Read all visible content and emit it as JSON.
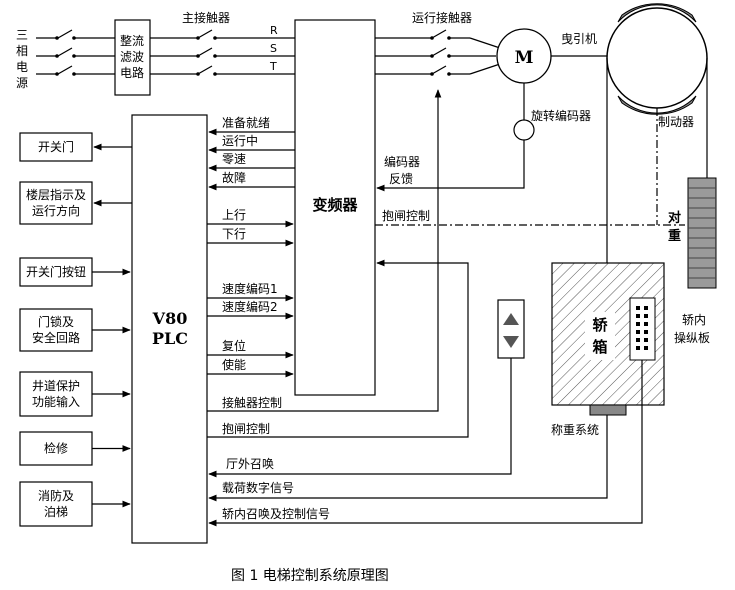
{
  "power_source_chars": [
    "三",
    "相",
    "电",
    "源"
  ],
  "phases": [
    "R",
    "S",
    "T"
  ],
  "labels": {
    "rectifier_line1": "整流",
    "rectifier_line2": "滤波",
    "rectifier_line3": "电路",
    "main_contactor": "主接触器",
    "run_contactor": "运行接触器",
    "motor": "M",
    "traction_machine": "曳引机",
    "rotary_encoder": "旋转编码器",
    "brake": "制动器",
    "counterweight_1": "对",
    "counterweight_2": "重",
    "inverter": "变频器",
    "encoder_feedback_1": "编码器",
    "encoder_feedback_2": "反馈",
    "brake_control": "抱闸控制",
    "plc_line1": "V80",
    "plc_line2": "PLC",
    "car_1": "轿",
    "car_2": "箱",
    "weighing_system": "称重系统",
    "car_panel_1": "轿内",
    "car_panel_2": "操纵板"
  },
  "inverter_outputs": [
    "准备就绪",
    "运行中",
    "零速",
    "故障"
  ],
  "inverter_inputs": [
    "上行",
    "下行",
    "速度编码1",
    "速度编码2",
    "复位",
    "使能"
  ],
  "plc_bottom_signals": [
    "接触器控制",
    "抱闸控制",
    "厅外召唤",
    "载荷数字信号",
    "轿内召唤及控制信号"
  ],
  "left_boxes": [
    {
      "lines": [
        "开关门"
      ]
    },
    {
      "lines": [
        "楼层指示及",
        "运行方向"
      ]
    },
    {
      "lines": [
        "开关门按钮"
      ]
    },
    {
      "lines": [
        "门锁及",
        "安全回路"
      ]
    },
    {
      "lines": [
        "井道保护",
        "功能输入"
      ]
    },
    {
      "lines": [
        "检修"
      ]
    },
    {
      "lines": [
        "消防及",
        "泊梯"
      ]
    }
  ],
  "caption": "图 1  电梯控制系统原理图"
}
